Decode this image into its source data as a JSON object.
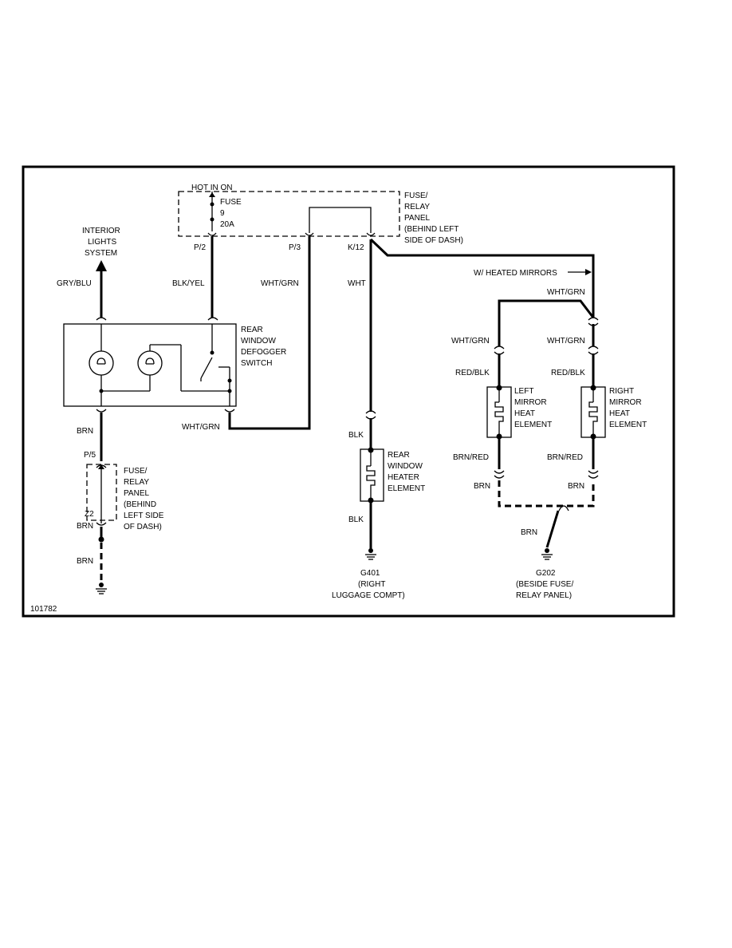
{
  "diagram_id": "101782",
  "fuse_panel": {
    "hot_label": "HOT IN ON",
    "fuse_label": "FUSE",
    "fuse_number": "9",
    "fuse_rating": "20A",
    "label_line1": "FUSE/",
    "label_line2": "RELAY",
    "label_line3": "PANEL",
    "label_line4": "(BEHIND LEFT",
    "label_line5": "SIDE OF DASH)",
    "pin_p2": "P/2",
    "pin_p3": "P/3",
    "pin_k12": "K/12"
  },
  "interior_lights": {
    "line1": "INTERIOR",
    "line2": "LIGHTS",
    "line3": "SYSTEM"
  },
  "switch": {
    "line1": "REAR",
    "line2": "WINDOW",
    "line3": "DEFOGGER",
    "line4": "SWITCH"
  },
  "lower_fuse_panel": {
    "pin_p5": "P/5",
    "pin_z2": "Z2",
    "line1": "FUSE/",
    "line2": "RELAY",
    "line3": "PANEL",
    "line4": "(BEHIND",
    "line5": "LEFT SIDE",
    "line6": "OF DASH)"
  },
  "rear_heater": {
    "line1": "REAR",
    "line2": "WINDOW",
    "line3": "HEATER",
    "line4": "ELEMENT"
  },
  "left_mirror": {
    "line1": "LEFT",
    "line2": "MIRROR",
    "line3": "HEAT",
    "line4": "ELEMENT"
  },
  "right_mirror": {
    "line1": "RIGHT",
    "line2": "MIRROR",
    "line3": "HEAT",
    "line4": "ELEMENT"
  },
  "heated_mirrors_note": "W/ HEATED MIRRORS",
  "wires": {
    "gry_blu": "GRY/BLU",
    "blk_yel": "BLK/YEL",
    "wht_grn_p3": "WHT/GRN",
    "wht": "WHT",
    "wht_grn_switch": "WHT/GRN",
    "brn_1": "BRN",
    "brn_2": "BRN",
    "brn_3": "BRN",
    "blk_1": "BLK",
    "blk_2": "BLK",
    "wht_grn_top": "WHT/GRN",
    "wht_grn_left": "WHT/GRN",
    "wht_grn_right": "WHT/GRN",
    "red_blk_left": "RED/BLK",
    "red_blk_right": "RED/BLK",
    "brn_red_left": "BRN/RED",
    "brn_red_right": "BRN/RED",
    "brn_left_mirror": "BRN",
    "brn_right_mirror": "BRN",
    "brn_g202": "BRN"
  },
  "ground_g401": {
    "name": "G401",
    "line1": "(RIGHT",
    "line2": "LUGGAGE COMPT)"
  },
  "ground_g202": {
    "name": "G202",
    "line1": "(BESIDE FUSE/",
    "line2": "RELAY PANEL)"
  }
}
